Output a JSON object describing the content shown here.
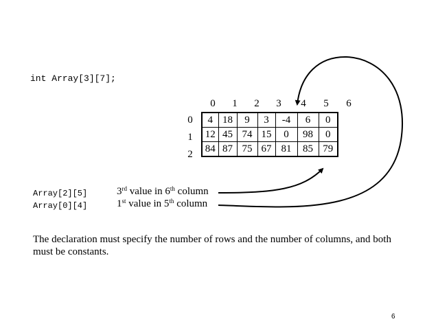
{
  "declaration": "int Array[3][7];",
  "column_headers": [
    "0",
    "1",
    "2",
    "3",
    "4",
    "5",
    "6"
  ],
  "row_headers": [
    "0",
    "1",
    "2"
  ],
  "rows": [
    [
      "4",
      "18",
      "9",
      "3",
      "-4",
      "6",
      "0"
    ],
    [
      "12",
      "45",
      "74",
      "15",
      "0",
      "98",
      "0"
    ],
    [
      "84",
      "87",
      "75",
      "67",
      "81",
      "85",
      "79"
    ]
  ],
  "examples": [
    {
      "code": "Array[2][5]",
      "ordinal": "3",
      "ordinal_suffix": "rd",
      "mid": " value in ",
      "col_ordinal": "6",
      "col_suffix": "th",
      "tail": " column"
    },
    {
      "code": "Array[0][4]",
      "ordinal": "1",
      "ordinal_suffix": "st",
      "mid": " value in ",
      "col_ordinal": "5",
      "col_suffix": "th",
      "tail": " column"
    }
  ],
  "note": "The declaration must specify the number of rows and the number of columns, and both must be constants.",
  "page_number": "6"
}
